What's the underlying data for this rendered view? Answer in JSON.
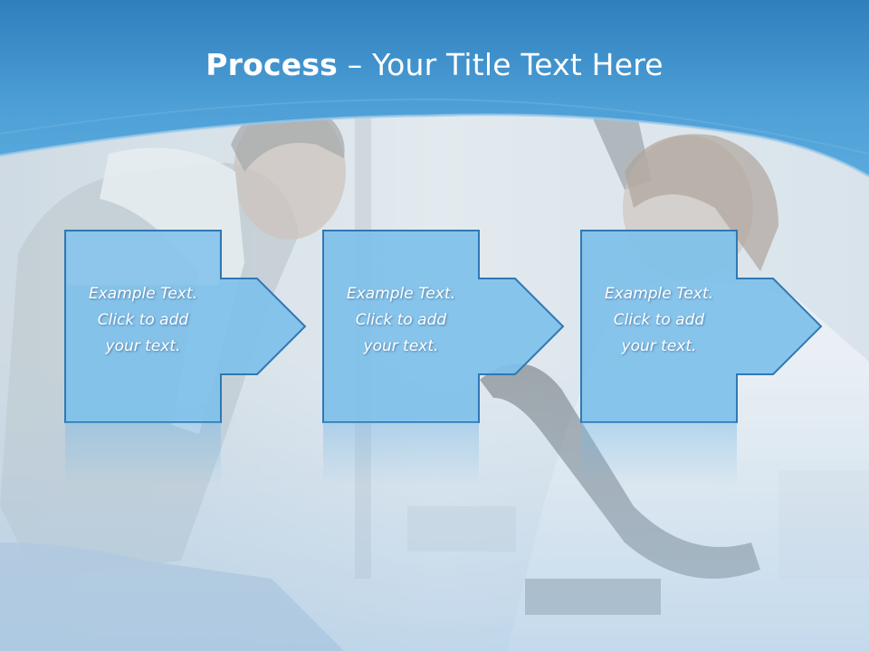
{
  "slide": {
    "title_bold": "Process",
    "title_rest": " – Your Title Text Here"
  },
  "steps": [
    {
      "line1": "Example Text.",
      "line2": "Click  to add",
      "line3": "your text."
    },
    {
      "line1": "Example Text.",
      "line2": "Click  to add",
      "line3": "your text."
    },
    {
      "line1": "Example Text.",
      "line2": "Click  to add",
      "line3": "your text."
    }
  ],
  "colors": {
    "header_blue": "#3f93cf",
    "box_fill": "#7ec0ea",
    "box_stroke": "#2f78b5"
  }
}
